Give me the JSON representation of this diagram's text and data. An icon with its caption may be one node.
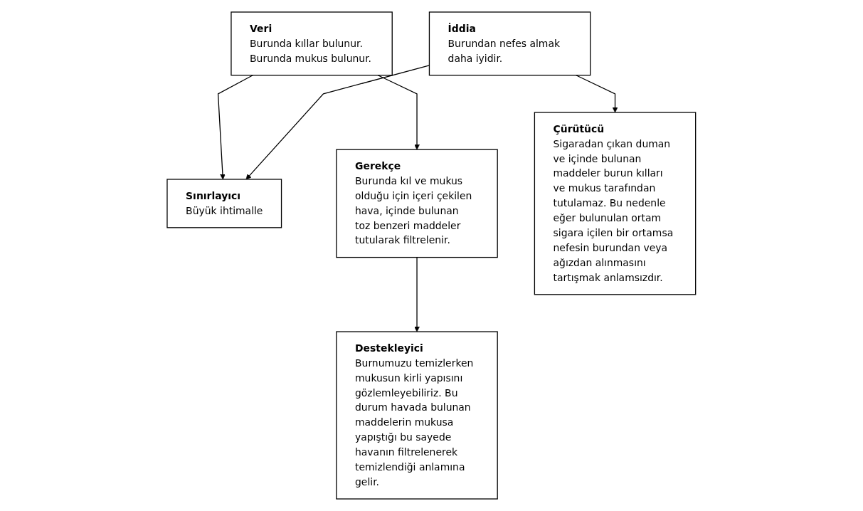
{
  "diagram": {
    "nodes": [
      {
        "text": [
          "Veri",
          "Burunda kıllar bulunur. Burunda mukus bulunur."
        ]
      },
      {
        "text": [
          "Sınırlayıcı",
          "Büyük ihtimalle"
        ]
      },
      {
        "text": [
          "Gerekçe",
          "Burunda kıl ve mukus olduğu için içeri çekilen hava, içinde bulunan toz benzeri maddeler tutularak filtrelenir."
        ]
      },
      {
        "text": [
          "İddia",
          "Burundan nefes almak daha iyidir."
        ]
      },
      {
        "text": [
          "Destekleyici",
          "Burnumuzu temizlerken mukusun kirli yapısını gözlemleyebiliriz. Bu durum havada bulunan maddelerin mukusa yapıştığı bu sayede havanın filtrelenerek temizlendiği anlamına gelir."
        ]
      },
      {
        "text": [
          "Çürütücü",
          "Sigaradan çıkan duman ve içinde bulunan maddeler burun kılları ve mukus tarafından tutulamaz. Bu nedenle eğer bulunulan ortam sigara içilen bir ortamsa nefesin burundan veya ağızdan alınmasını tartışmak anlamsızdır."
        ]
      }
    ],
    "edges": [
      {
        "from": 0,
        "to": 1,
        "arrow": "to"
      },
      {
        "from": 0,
        "to": 2,
        "arrow": "to"
      },
      {
        "from": 2,
        "to": 4,
        "arrow": "to"
      },
      {
        "from": 3,
        "to": 1,
        "arrow": "to"
      },
      {
        "from": 3,
        "to": 5,
        "arrow": "to"
      }
    ]
  }
}
